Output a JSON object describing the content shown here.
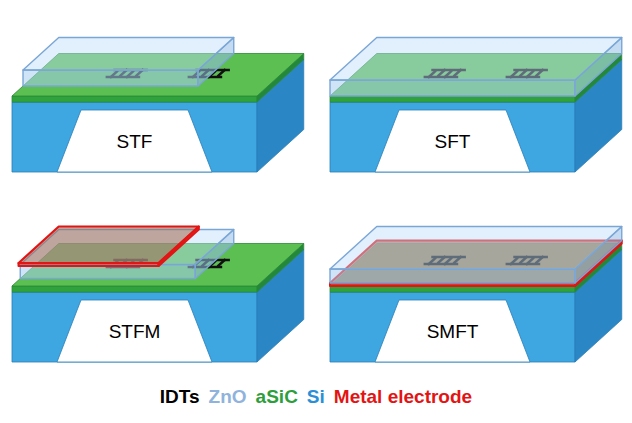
{
  "diagram": {
    "labels": [
      "STF",
      "SFT",
      "STFM",
      "SMFT"
    ],
    "legend": [
      {
        "text": "IDTs",
        "color": "#000000"
      },
      {
        "text": "ZnO",
        "color": "#8fb3dc"
      },
      {
        "text": "aSiC",
        "color": "#2e9e3c"
      },
      {
        "text": "Si",
        "color": "#2a8fd6"
      },
      {
        "text": "Metal electrode",
        "color": "#e31414"
      }
    ]
  }
}
